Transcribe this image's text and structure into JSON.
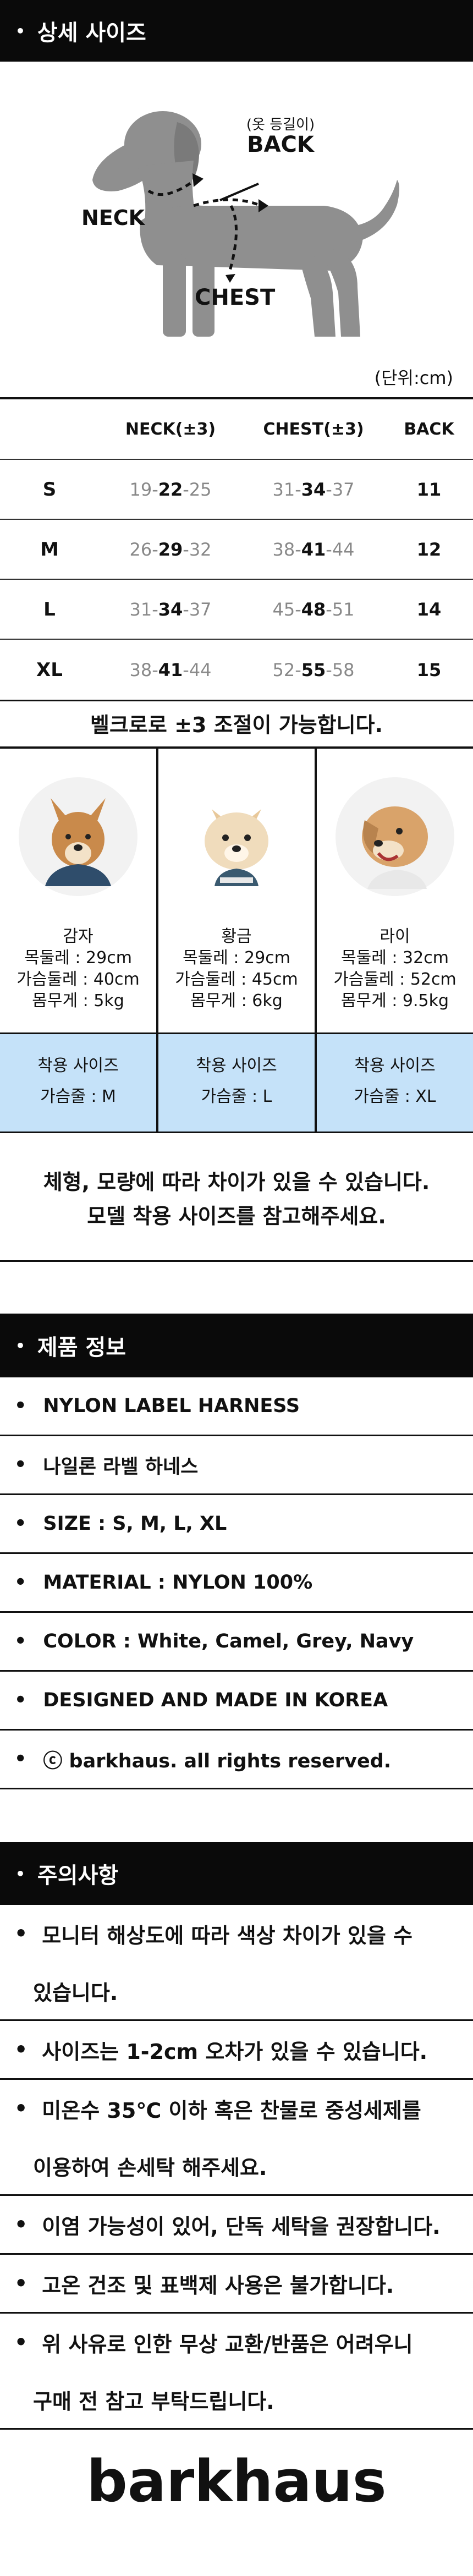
{
  "detail_size": {
    "title": "상세 사이즈"
  },
  "diagram": {
    "back_sub": "(옷 등길이)",
    "back": "BACK",
    "neck": "NECK",
    "chest": "CHEST"
  },
  "unit": "(단위:cm)",
  "size_table": {
    "headers": [
      "NECK(±3)",
      "CHEST(±3)",
      "BACK"
    ],
    "rows": [
      {
        "size": "S",
        "neck": [
          "19",
          "22",
          "25"
        ],
        "chest": [
          "31",
          "34",
          "37"
        ],
        "back": "11"
      },
      {
        "size": "M",
        "neck": [
          "26",
          "29",
          "32"
        ],
        "chest": [
          "38",
          "41",
          "44"
        ],
        "back": "12"
      },
      {
        "size": "L",
        "neck": [
          "31",
          "34",
          "37"
        ],
        "chest": [
          "45",
          "48",
          "51"
        ],
        "back": "14"
      },
      {
        "size": "XL",
        "neck": [
          "38",
          "41",
          "44"
        ],
        "chest": [
          "52",
          "55",
          "58"
        ],
        "back": "15"
      }
    ]
  },
  "velcro_note": "벨크로로 ±3 조절이 가능합니다.",
  "models": [
    {
      "name": "감자",
      "neck": "목둘레 : 29cm",
      "chest": "가슴둘레 : 40cm",
      "weight": "몸무게 : 5kg",
      "wear_label": "착용 사이즈",
      "wear_size": "가슴줄 : M",
      "fur": "#c98a4b",
      "collar": "#2f4d6b"
    },
    {
      "name": "황금",
      "neck": "목둘레 : 29cm",
      "chest": "가슴둘레 : 45cm",
      "weight": "몸무게 : 6kg",
      "wear_label": "착용 사이즈",
      "wear_size": "가슴줄 : L",
      "fur": "#e8c89a",
      "collar": "#3a5a70"
    },
    {
      "name": "라이",
      "neck": "목둘레 : 32cm",
      "chest": "가슴둘레 : 52cm",
      "weight": "몸무게 : 9.5kg",
      "wear_label": "착용 사이즈",
      "wear_size": "가슴줄 : XL",
      "fur": "#d9a36a",
      "collar": "#e8e8e8"
    }
  ],
  "notice": [
    "체형, 모량에 따라 차이가 있을 수 있습니다.",
    "모델 착용 사이즈를 참고해주세요."
  ],
  "product_info": {
    "title": "제품 정보",
    "items": [
      "NYLON LABEL HARNESS",
      "나일론 라벨 하네스",
      "SIZE : S, M, L, XL",
      "MATERIAL : NYLON 100%",
      "COLOR : White, Camel, Grey, Navy",
      "DESIGNED AND MADE IN KOREA",
      "ⓒ barkhaus. all rights reserved."
    ]
  },
  "care": {
    "title": "주의사항",
    "items": [
      [
        "모니터 해상도에 따라 색상 차이가 있을 수",
        "있습니다."
      ],
      [
        "사이즈는 1-2cm 오차가 있을 수 있습니다."
      ],
      [
        "미온수 35℃ 이하 혹은 찬물로 중성세제를",
        "이용하여 손세탁 해주세요."
      ],
      [
        "이염 가능성이 있어, 단독 세탁을 권장합니다."
      ],
      [
        "고온 건조 및 표백제 사용은 불가합니다."
      ],
      [
        "위 사유로 인한 무상 교환/반품은 어려우니",
        "구매 전 참고 부탁드립니다."
      ]
    ]
  },
  "brand": "barkhaus",
  "colors": {
    "header_bg": "#0a0a0a",
    "wear_bg": "#c5e2f9",
    "dog_silhouette": "#8f8f8f"
  }
}
